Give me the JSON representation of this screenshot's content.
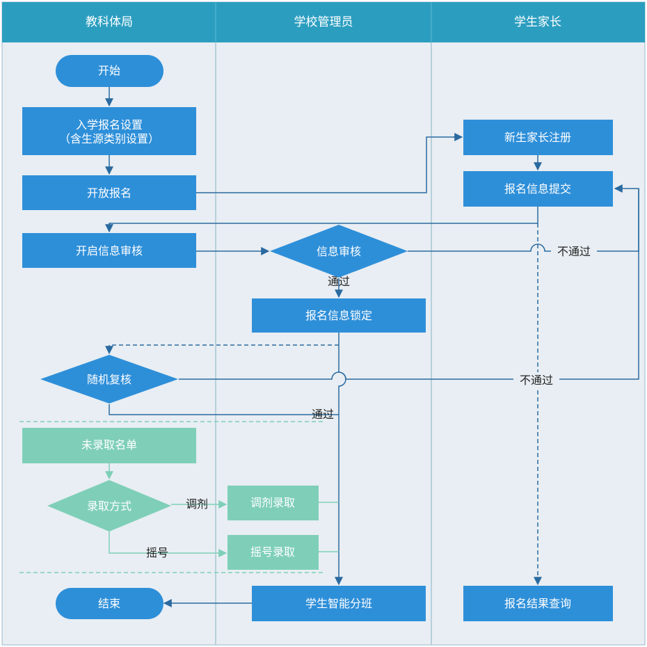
{
  "lanes": [
    "教科体局",
    "学校管理员",
    "学生家长"
  ],
  "nodes": {
    "start": "开始",
    "setup_line1": "入学报名设置",
    "setup_line2": "（含生源类别设置）",
    "open_reg": "开放报名",
    "open_review": "开启信息审核",
    "parent_register": "新生家长注册",
    "submit_info": "报名信息提交",
    "info_review": "信息审核",
    "lock_info": "报名信息锁定",
    "random_recheck": "随机复核",
    "not_admitted_list": "未录取名单",
    "admission_method": "录取方式",
    "adjust_admit": "调剂录取",
    "lottery_admit": "摇号录取",
    "smart_class": "学生智能分班",
    "end": "结束",
    "result_query": "报名结果查询"
  },
  "edges": {
    "review_fail": "不通过",
    "review_pass": "通过",
    "recheck_fail": "不通过",
    "recheck_pass": "通过",
    "adjust": "调剂",
    "lottery": "摇号"
  },
  "colors": {
    "header": "#2b9ec0",
    "lane_bg": "#e8eef3",
    "blue_node": "#2e8fd9",
    "green_node": "#7fcfb8",
    "blue_line": "#2a6aa0",
    "green_line": "#7fcfb8"
  }
}
